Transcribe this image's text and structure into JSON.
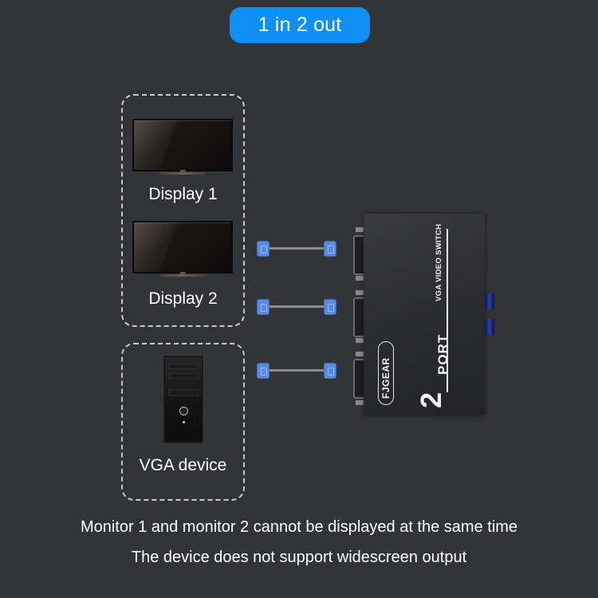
{
  "header": {
    "title": "1 in 2 out",
    "pill_color": "#0f8ff2"
  },
  "outputs_group": {
    "displays": [
      {
        "label": "Display 1",
        "icon": "monitor-icon"
      },
      {
        "label": "Display 2",
        "icon": "monitor-icon"
      }
    ]
  },
  "input_group": {
    "label": "VGA device",
    "icon": "pc-tower-icon"
  },
  "cables": [
    {
      "icon": "vga-cable-icon",
      "connects": "Display 1"
    },
    {
      "icon": "vga-cable-icon",
      "connects": "Display 2"
    },
    {
      "icon": "vga-cable-icon",
      "connects": "VGA device"
    }
  ],
  "device": {
    "brand": "FJGEAR",
    "count": "2",
    "port_label": "PORT",
    "subtitle": "VGA VIDEO SWITCH",
    "buttons": 2,
    "ports": 3
  },
  "notes": [
    "Monitor 1 and monitor 2 cannot be displayed at the same time",
    "The device does not support widescreen output"
  ],
  "colors": {
    "background": "#333438",
    "accent": "#0f8ff2",
    "cable_plug": "#5a8ae0",
    "dashed_border": "#c9c9c9"
  }
}
